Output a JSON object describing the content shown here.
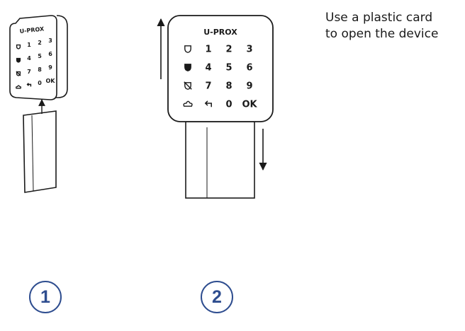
{
  "instruction": {
    "line1": "Use a plastic card",
    "line2": "to open the device"
  },
  "device": {
    "brand": "U-PROX",
    "keypad_rows": [
      [
        "shield-icon",
        "1",
        "2",
        "3"
      ],
      [
        "shield-filled-icon",
        "4",
        "5",
        "6"
      ],
      [
        "shield-slash-icon",
        "7",
        "8",
        "9"
      ],
      [
        "cloud-icon",
        "back-arrow-icon",
        "0",
        "OK"
      ]
    ]
  },
  "steps": [
    {
      "number": "1"
    },
    {
      "number": "2"
    }
  ],
  "colors": {
    "line": "#1a1a1a",
    "badge": "#2e4d8f"
  }
}
